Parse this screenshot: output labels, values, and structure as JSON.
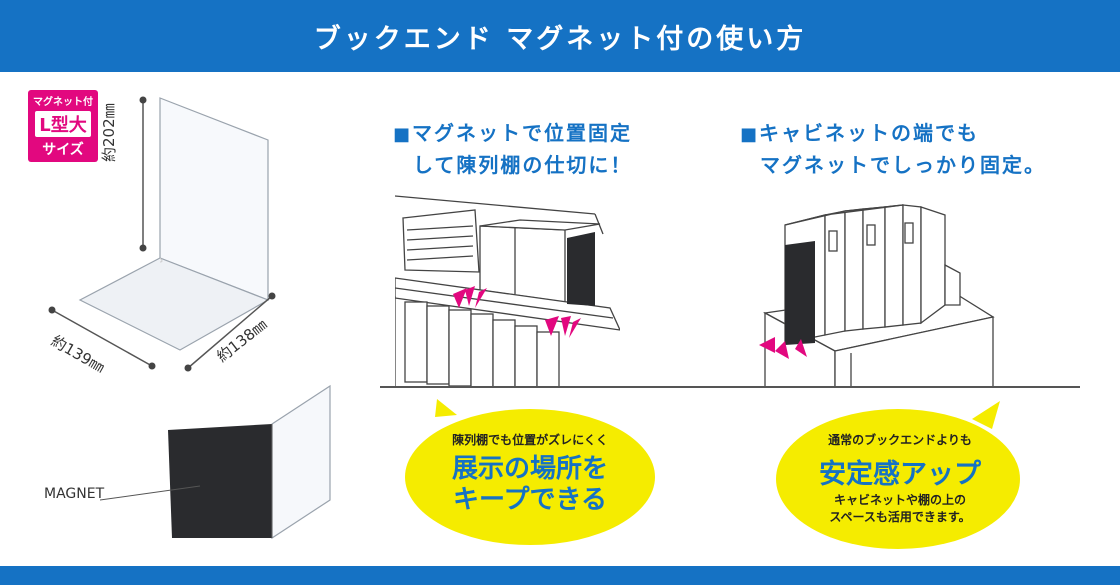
{
  "header": {
    "title": "ブックエンド マグネット付の使い方"
  },
  "badge": {
    "line1": "マグネット付",
    "line2": "L型大",
    "line3": "サイズ"
  },
  "dimensions": {
    "height": "約202㎜",
    "depth": "約138㎜",
    "width": "約139㎜"
  },
  "magnet_label": "MAGNET",
  "usage1": {
    "square": "■",
    "heading_line1": "マグネットで位置固定",
    "heading_line2": "して陳列棚の仕切に！",
    "bubble_small": "陳列棚でも位置がズレにくく",
    "bubble_big_line1": "展示の場所を",
    "bubble_big_line2": "キープできる"
  },
  "usage2": {
    "square": "■",
    "heading_line1": "キャビネットの端でも",
    "heading_line2": "マグネットでしっかり固定。",
    "bubble_small": "通常のブックエンドよりも",
    "bubble_big": "安定感アップ",
    "bubble_note_line1": "キャビネットや棚の上の",
    "bubble_note_line2": "スペースも活用できます。"
  },
  "colors": {
    "brand_blue": "#1572c4",
    "accent_pink": "#e2087f",
    "bubble_yellow": "#f5ec00"
  }
}
